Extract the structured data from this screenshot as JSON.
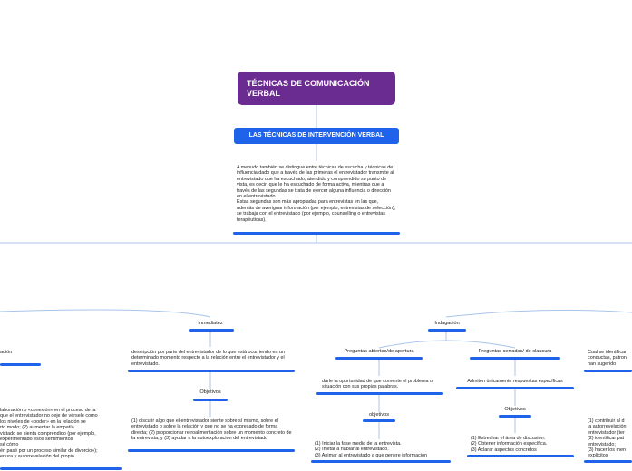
{
  "root": {
    "title": "TÉCNICAS DE COMUNICACIÓN VERBAL"
  },
  "sub": {
    "title": "LAS TÉCNICAS DE INTERVENCIÓN VERBAL"
  },
  "intro": "A menudo también se distingue entre técnicas de escucha y técnicas de influencia dado que a través de las primeras el entrevistador transmite al entrevistado que ha escuchado, atendido y comprendido su punto de vista, es decir, que le ha escuchado de forma activa, mientras que a través de las segundas se trata de ejercer alguna influencia o dirección en el entrevistado.\nEstas segundas son más apropiadas para entrevistas en las que, además de averiguar información (por ejemplo, entrevistas de selección), se trabaja con el entrevistado (por ejemplo, counselling o entrevistas terapéuticas).",
  "left": {
    "partial_label": "ación",
    "partial_text": "laboración o «conexión» en el proceso de la\nque el entrevistador no deje de vérsele como\nlos niveles de «poder» en la relación se\nrto modo; (2) aumentar la empatía\nvistado se sienta comprendido (por ejemplo,\nexperimentado esos sentimientos\nsé cómo\nén pasé por un proceso similar de divorcio»);\nertura y autorrevelación del propio"
  },
  "inmediatez": {
    "label": "Inmediatez",
    "desc": "descripción por parte del entrevistador de lo que está ocurriendo en un determinado momento respecto a la relación entre el entrevistador y el entrevistado.",
    "objetivos_label": "Objetivos",
    "objetivos_text": "(1) discutir algo que el entrevistador siente sobre sí mismo, sobre el entrevistado o sobre la relación y que no se ha expresado de forma directa; (2) proporcionar retroalimentación sobre un momento concreto de la entrevista, y (3) ayudar a la autoexploración del entrevistado"
  },
  "indagacion": {
    "label": "Indagación",
    "abiertas": {
      "label": "Preguntas abiertas/de apertura",
      "desc": "darle la oportunidad de que comente el problema o situación con sus propias palabras.",
      "objetivos_label": "objetivos",
      "objetivos_text": "(1) Iniciar la fase media de la entrevista.\n(2) Invitar a hablar al entrevistado.\n(3) Animar al entrevistado a que genere información"
    },
    "cerradas": {
      "label": "Preguntas cerradas/ de clausura",
      "desc": "Admiten únicamente respuestas específicas",
      "objetivos_label": "Objetivos",
      "objetivos_text": "(1) Estrechar el área de discusión.\n(2) Obtener información específica.\n(3) Aclarar aspectos concretos"
    }
  },
  "right": {
    "partial_label": "Cual se identificar\nconductas, patron\nhan sugerido",
    "partial_text": "(1) contribuir al d\nla autorrevelación\nentrevistador (ter\n(2) identificar pat\nentrevistado;\n(3) hacer los men\nexplícitos"
  },
  "colors": {
    "purple": "#6b2c91",
    "blue": "#1e63e9",
    "line": "#a8c4ea"
  }
}
